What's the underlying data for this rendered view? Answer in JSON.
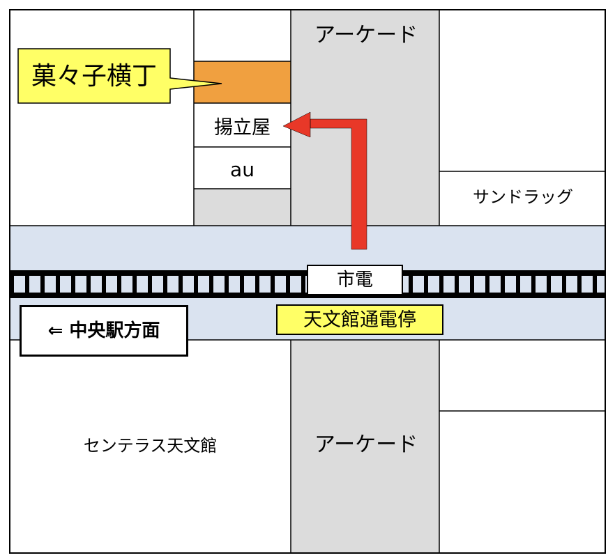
{
  "map": {
    "arcade_north": "アーケード",
    "arcade_south": "アーケード",
    "kashiko_yokocho": "菓々子横丁",
    "agetaya": "揚立屋",
    "au_shop": "au",
    "sundrug": "サンドラッグ",
    "centerasu": "センテラス天文館",
    "tram": "市電",
    "tram_stop": "天文館通電停",
    "direction": "⇐ 中央駅方面"
  },
  "colors": {
    "street": "#dae3f0",
    "arcade": "#dcdcdc",
    "highlight_shop": "#f0a040",
    "callout": "#ffff66",
    "route_arrow": "#e83828",
    "track": "#000000"
  }
}
